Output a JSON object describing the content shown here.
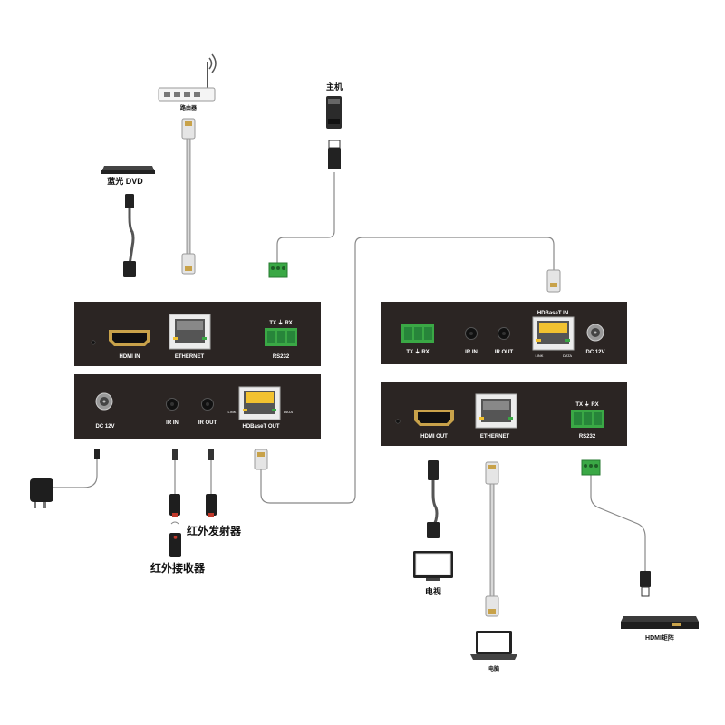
{
  "colors": {
    "panel": "#2b2523",
    "terminal": "#3aa845",
    "rj45_port": "#f2c230",
    "cable": "#555555",
    "cat_cable": "#a5a5a5"
  },
  "devices": {
    "router_label": "路由器",
    "host_label": "主机",
    "bluray_label": "蓝光 DVD",
    "ir_transmitter_label": "红外发射器",
    "ir_receiver_label": "红外接收器",
    "tv_label": "电视",
    "laptop_label": "电脑",
    "matrix_label": "HDMI矩阵"
  },
  "tx_front": {
    "hdmi_in": "HDMI IN",
    "ethernet": "ETHERNET",
    "rs232": "RS232",
    "rs232_pins": "TX ⏚ RX"
  },
  "tx_back": {
    "dc": "DC 12V",
    "ir_in": "IR IN",
    "ir_out": "IR OUT",
    "hdbaset_out": "HDBaseT OUT",
    "led_link": "LINK",
    "led_data": "DATA"
  },
  "rx_back": {
    "rs232_pins": "TX ⏚ RX",
    "ir_in": "IR IN",
    "ir_out": "IR OUT",
    "hdbaset_in": "HDBaseT IN",
    "led_link": "LINK",
    "led_data": "DATA",
    "dc": "DC 12V"
  },
  "rx_front": {
    "hdmi_out": "HDMI OUT",
    "ethernet": "ETHERNET",
    "rs232": "RS232",
    "rs232_pins": "TX ⏚ RX"
  }
}
